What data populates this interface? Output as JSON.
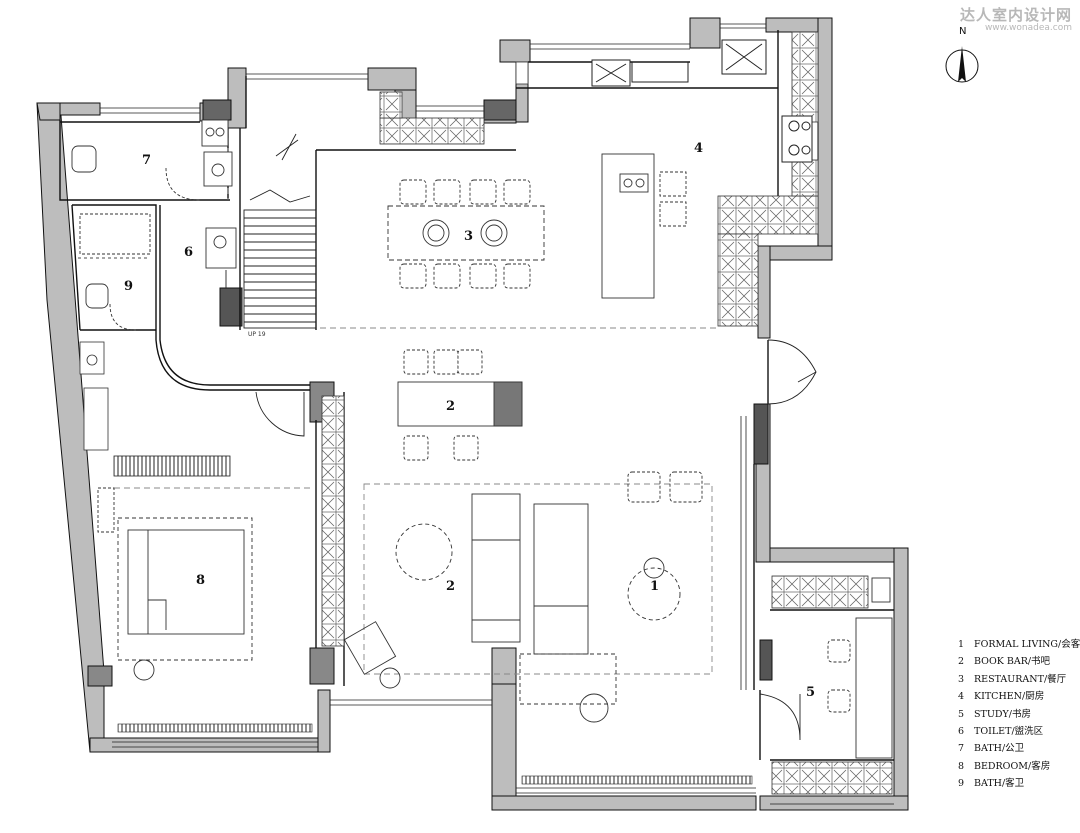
{
  "watermark": {
    "site_name": "达人室内设计网",
    "url": "www.wonadea.com"
  },
  "compass": {
    "label": "N"
  },
  "stair_label": "UP 19",
  "room_numbers": [
    {
      "id": "1",
      "text": "1"
    },
    {
      "id": "2a",
      "text": "2"
    },
    {
      "id": "2b",
      "text": "2"
    },
    {
      "id": "3",
      "text": "3"
    },
    {
      "id": "4",
      "text": "4"
    },
    {
      "id": "5",
      "text": "5"
    },
    {
      "id": "6",
      "text": "6"
    },
    {
      "id": "7",
      "text": "7"
    },
    {
      "id": "8",
      "text": "8"
    },
    {
      "id": "9",
      "text": "9"
    }
  ],
  "legend": [
    {
      "num": "1",
      "label": "FORMAL LIVING/会客厅"
    },
    {
      "num": "2",
      "label": "BOOK BAR/书吧"
    },
    {
      "num": "3",
      "label": "RESTAURANT/餐厅"
    },
    {
      "num": "4",
      "label": "KITCHEN/厨房"
    },
    {
      "num": "5",
      "label": "STUDY/书房"
    },
    {
      "num": "6",
      "label": "TOILET/盥洗区"
    },
    {
      "num": "7",
      "label": "BATH/公卫"
    },
    {
      "num": "8",
      "label": "BEDROOM/客房"
    },
    {
      "num": "9",
      "label": "BATH/客卫"
    }
  ]
}
